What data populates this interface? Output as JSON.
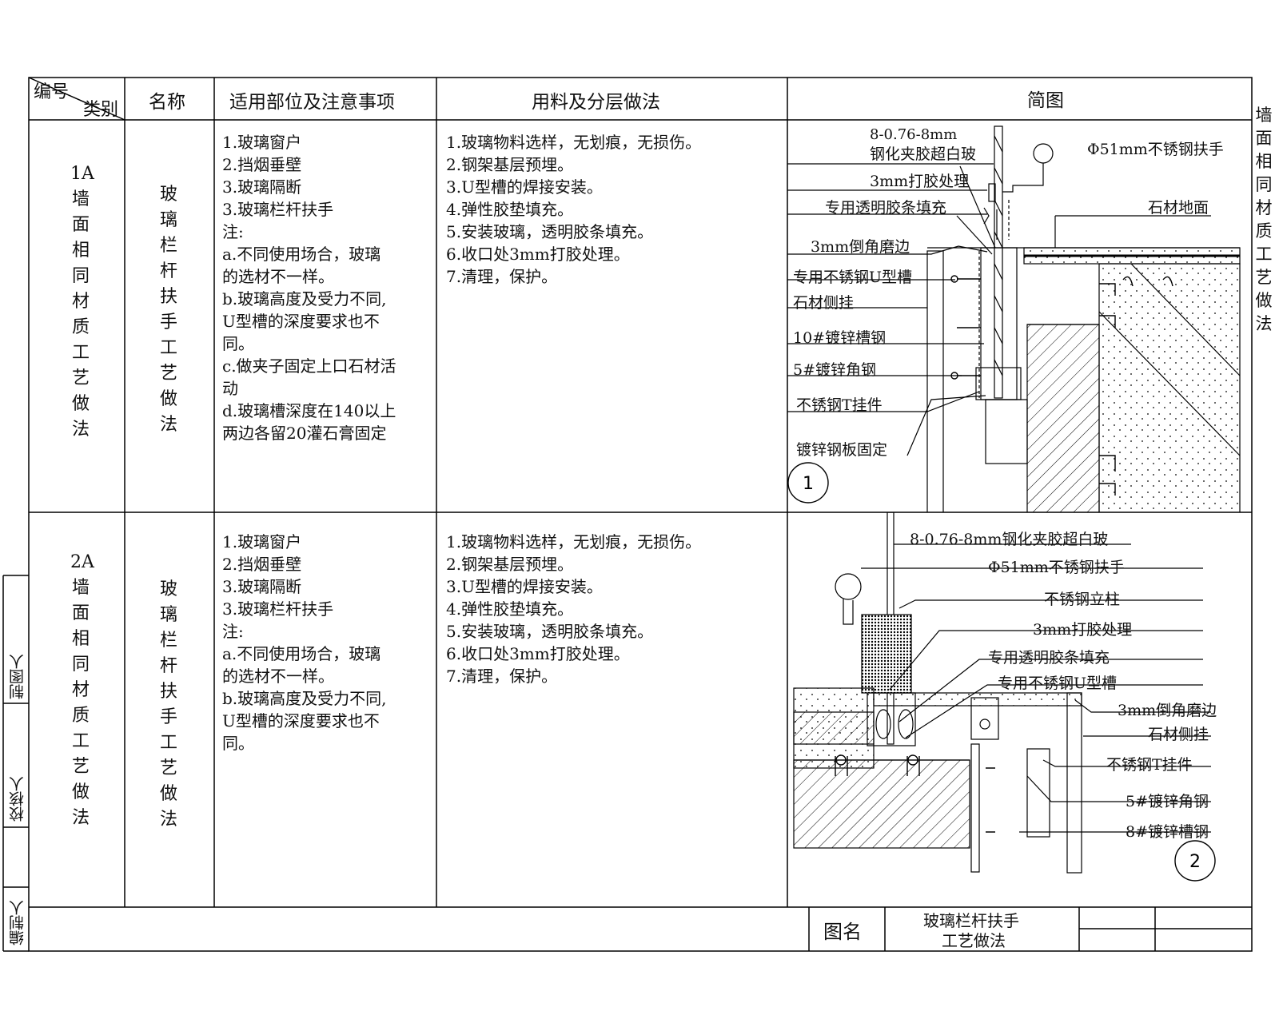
{
  "header": {
    "code_label": "编号",
    "category_label": "类别",
    "name_label": "名称",
    "scope_label": "适用部位及注意事项",
    "method_label": "用料及分层做法",
    "diagram_label": "简图"
  },
  "right_margin_text": [
    "墙",
    "面",
    "相",
    "同",
    "材",
    "质",
    "工",
    "艺",
    "做",
    "法"
  ],
  "left_margin": {
    "drawer": "制图人",
    "checker": "校核人",
    "editor": "编制人"
  },
  "rows": [
    {
      "code_lines": [
        "1A",
        "墙",
        "面",
        "相",
        "同",
        "材",
        "质",
        "工",
        "艺",
        "做",
        "法"
      ],
      "name_lines": [
        "玻",
        "璃",
        "栏",
        "杆",
        "扶",
        "手",
        "工",
        "艺",
        "做",
        "法"
      ],
      "scope": [
        "1.玻璃窗户",
        "2.挡烟垂壁",
        "3.玻璃隔断",
        "3.玻璃栏杆扶手",
        "注:",
        "a.不同使用场合，玻璃",
        "  的选材不一样。",
        "b.玻璃高度及受力不同,",
        "  U型槽的深度要求也不",
        "  同。",
        "c.做夹子固定上口石材活",
        "  动",
        "d.玻璃槽深度在140以上",
        "  两边各留20灌石膏固定"
      ],
      "method": [
        "1.玻璃物料选样，无划痕，无损伤。",
        "2.钢架基层预埋。",
        "3.U型槽的焊接安装。",
        "4.弹性胶垫填充。",
        "5.安装玻璃，透明胶条填充。",
        "6.收口处3mm打胶处理。",
        "7.清理，保护。"
      ],
      "diagram": {
        "number": "1",
        "labels": {
          "glass_a": "8-0.76-8mm",
          "glass_b": "钢化夹胶超白玻",
          "handrail": "Φ51mm不锈钢扶手",
          "glue": "3mm打胶处理",
          "strip": "专用透明胶条填充",
          "floor": "石材地面",
          "bevel": "3mm倒角磨边",
          "uchannel": "专用不锈钢U型槽",
          "stone_side": "石材侧挂",
          "channel10": "10#镀锌槽钢",
          "angle5": "5#镀锌角钢",
          "hanger": "不锈钢T挂件",
          "plate": "镀锌钢板固定"
        }
      }
    },
    {
      "code_lines": [
        "2A",
        "墙",
        "面",
        "相",
        "同",
        "材",
        "质",
        "工",
        "艺",
        "做",
        "法"
      ],
      "name_lines": [
        "玻",
        "璃",
        "栏",
        "杆",
        "扶",
        "手",
        "工",
        "艺",
        "做",
        "法"
      ],
      "scope": [
        "1.玻璃窗户",
        "2.挡烟垂壁",
        "3.玻璃隔断",
        "3.玻璃栏杆扶手",
        "注:",
        "a.不同使用场合，玻璃",
        "  的选材不一样。",
        "b.玻璃高度及受力不同,",
        "  U型槽的深度要求也不",
        "  同。"
      ],
      "method": [
        "1.玻璃物料选样，无划痕，无损伤。",
        "2.钢架基层预埋。",
        "3.U型槽的焊接安装。",
        "4.弹性胶垫填充。",
        "5.安装玻璃，透明胶条填充。",
        "6.收口处3mm打胶处理。",
        "7.清理，保护。"
      ],
      "diagram": {
        "number": "2",
        "labels": {
          "glass": "8-0.76-8mm钢化夹胶超白玻",
          "handrail": "Φ51mm不锈钢扶手",
          "post": "不锈钢立柱",
          "glue": "3mm打胶处理",
          "strip": "专用透明胶条填充",
          "uchannel": "专用不锈钢U型槽",
          "bevel": "3mm倒角磨边",
          "stone_side": "石材侧挂",
          "hanger": "不锈钢T挂件",
          "angle5": "5#镀锌角钢",
          "channel8": "8#镀锌槽钢"
        }
      }
    }
  ],
  "footer": {
    "title_label": "图名",
    "title_line1": "玻璃栏杆扶手",
    "title_line2": "工艺做法"
  }
}
